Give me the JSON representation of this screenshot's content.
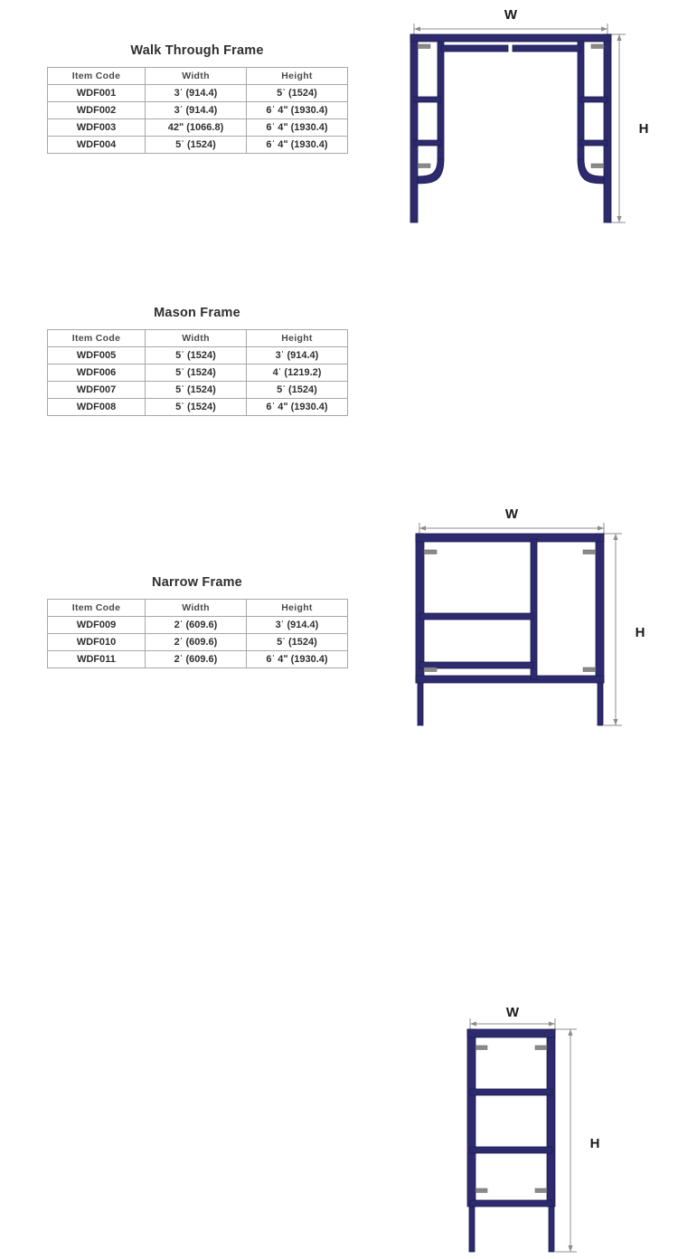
{
  "page": {
    "frame_color": "#2d2a6e",
    "frame_edge_color": "#1d1b52",
    "dim_line_color": "#8c8c8c",
    "fixture_color": "#8a8a8a",
    "table_border_color": "#a7a7a7"
  },
  "columns": [
    "Item Code",
    "Width",
    "Height"
  ],
  "sections": [
    {
      "id": "walk-through",
      "title": "Walk Through Frame",
      "dimension_labels": {
        "width": "W",
        "height": "H"
      },
      "rows": [
        {
          "code": "WDF001",
          "width": "3ˈ  (914.4)",
          "height": "5ˈ  (1524)"
        },
        {
          "code": "WDF002",
          "width": "3ˈ  (914.4)",
          "height": "6ˈ  4ʺ (1930.4)"
        },
        {
          "code": "WDF003",
          "width": "42ʺ (1066.8)",
          "height": "6ˈ  4ʺ (1930.4)"
        },
        {
          "code": "WDF004",
          "width": "5ˈ  (1524)",
          "height": "6ˈ  4ʺ (1930.4)"
        }
      ]
    },
    {
      "id": "mason",
      "title": "Mason Frame",
      "dimension_labels": {
        "width": "W",
        "height": "H"
      },
      "rows": [
        {
          "code": "WDF005",
          "width": "5ˈ  (1524)",
          "height": "3ˈ  (914.4)"
        },
        {
          "code": "WDF006",
          "width": "5ˈ  (1524)",
          "height": "4ˈ  (1219.2)"
        },
        {
          "code": "WDF007",
          "width": "5ˈ  (1524)",
          "height": "5ˈ  (1524)"
        },
        {
          "code": "WDF008",
          "width": "5ˈ  (1524)",
          "height": "6ˈ  4ʺ (1930.4)"
        }
      ]
    },
    {
      "id": "narrow",
      "title": "Narrow Frame",
      "dimension_labels": {
        "width": "W",
        "height": "H"
      },
      "rows": [
        {
          "code": "WDF009",
          "width": "2ˈ  (609.6)",
          "height": "3ˈ  (914.4)"
        },
        {
          "code": "WDF010",
          "width": "2ˈ  (609.6)",
          "height": "5ˈ  (1524)"
        },
        {
          "code": "WDF011",
          "width": "2ˈ  (609.6)",
          "height": "6ˈ  4ʺ (1930.4)"
        }
      ]
    }
  ]
}
